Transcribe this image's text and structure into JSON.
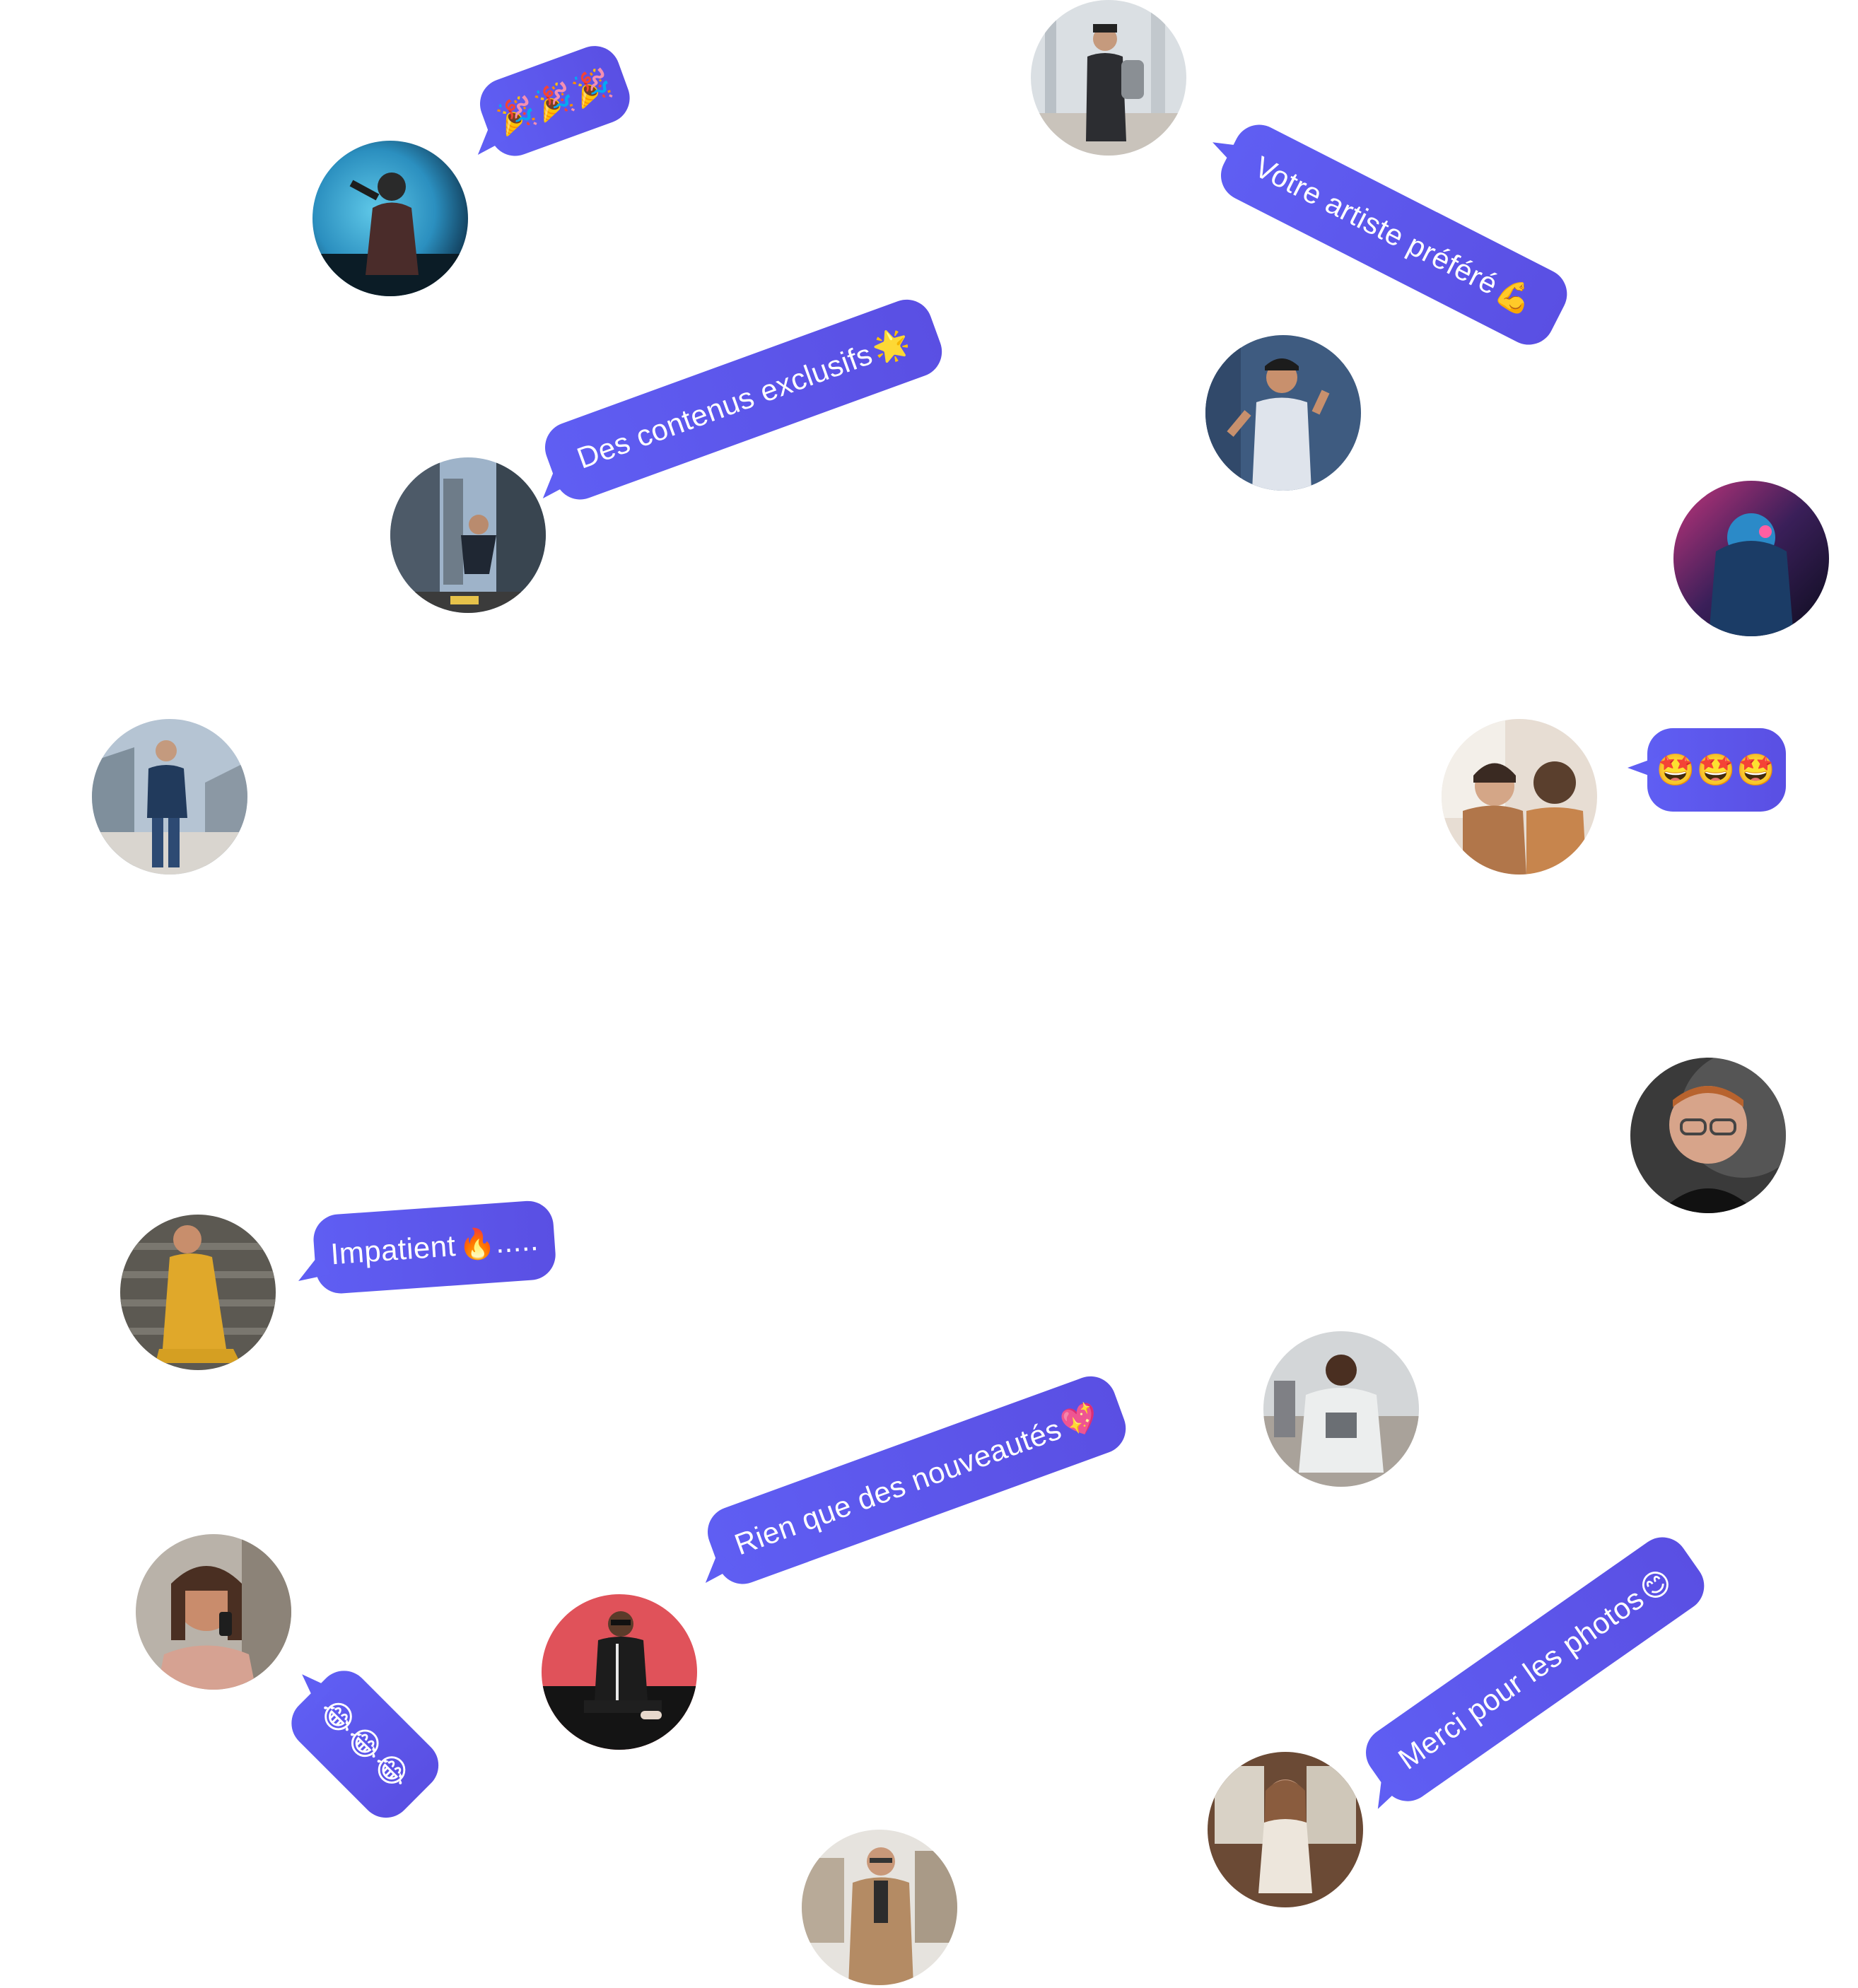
{
  "bubbles": {
    "b1": {
      "emojis": "🎉🎉🎉"
    },
    "b2": {
      "text": "Votre artiste préféré",
      "emoji": "💪"
    },
    "b3": {
      "text": "Des contenus exclusifs",
      "emoji": "🌟"
    },
    "b4": {
      "emojis": "🤩🤩🤩"
    },
    "b5": {
      "text": "Impatient",
      "emoji": "🔥",
      "suffix": "....."
    },
    "b6": {
      "text": "Rien que des nouveautés",
      "emoji": "💖"
    },
    "b7": {
      "emojis": "😂😂😂"
    },
    "b8": {
      "text": "Merci pour les photos",
      "emoji": "😊"
    }
  },
  "colors": {
    "bubble": "#5f5ef3",
    "bubble_text": "#ffffff"
  },
  "avatars": [
    {
      "name": "woman-smoke-blue",
      "description": "blue-smoke"
    },
    {
      "name": "man-backpack",
      "description": "street"
    },
    {
      "name": "man-cap-tank",
      "description": "blue-wall"
    },
    {
      "name": "skater-city",
      "description": "skyscrapers"
    },
    {
      "name": "woman-neon",
      "description": "neon"
    },
    {
      "name": "woman-stairs",
      "description": "stairs"
    },
    {
      "name": "two-women-cafe",
      "description": "cafe"
    },
    {
      "name": "older-man-glasses",
      "description": "portrait"
    },
    {
      "name": "woman-yellow-dress",
      "description": "yellow"
    },
    {
      "name": "man-hoodie",
      "description": "hoodie"
    },
    {
      "name": "woman-phone",
      "description": "phone"
    },
    {
      "name": "man-sofa-red",
      "description": "red"
    },
    {
      "name": "woman-window",
      "description": "window"
    },
    {
      "name": "man-coat",
      "description": "coat"
    }
  ]
}
